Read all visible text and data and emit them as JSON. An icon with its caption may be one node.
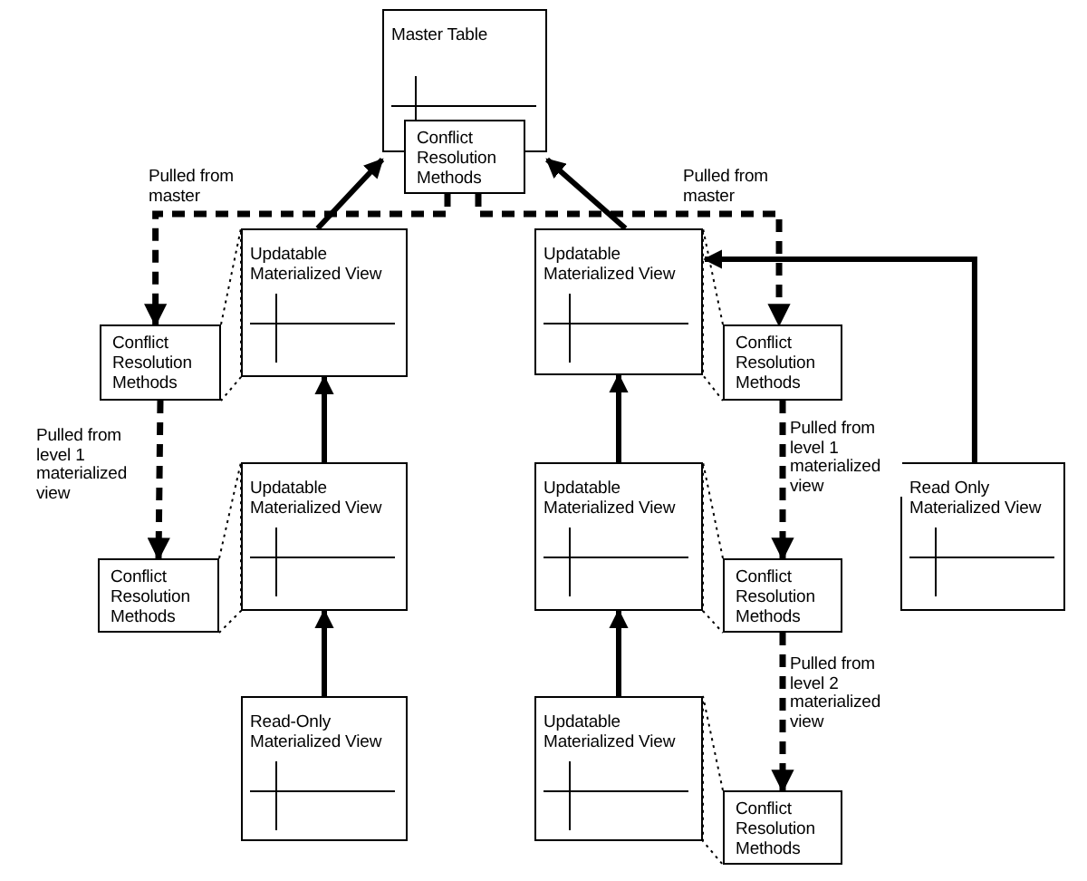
{
  "diagram": {
    "nodes": [
      {
        "text": [
          "Master Table"
        ]
      },
      {
        "text": [
          "Conflict Resolution Methods"
        ]
      },
      {
        "text": [
          "Updatable Materialized View"
        ]
      },
      {
        "text": [
          "Updatable Materialized View"
        ]
      },
      {
        "text": [
          "Conflict Resolution Methods"
        ]
      },
      {
        "text": [
          "Conflict Resolution Methods"
        ]
      },
      {
        "text": [
          "Updatable Materialized View"
        ]
      },
      {
        "text": [
          "Updatable Materialized View"
        ]
      },
      {
        "text": [
          "Read Only Materialized View"
        ]
      },
      {
        "text": [
          "Conflict Resolution Methods"
        ]
      },
      {
        "text": [
          "Conflict Resolution Methods"
        ]
      },
      {
        "text": [
          "Read-Only Materialized View"
        ]
      },
      {
        "text": [
          "Updatable Materialized View"
        ]
      },
      {
        "text": [
          "Conflict Resolution Methods"
        ]
      }
    ],
    "edges": [
      {
        "from": 2,
        "to": 0,
        "arrow": "to"
      },
      {
        "from": 3,
        "to": 0,
        "arrow": "to"
      },
      {
        "from": 6,
        "to": 2,
        "arrow": "to"
      },
      {
        "from": 11,
        "to": 6,
        "arrow": "to"
      },
      {
        "from": 7,
        "to": 3,
        "arrow": "to"
      },
      {
        "from": 12,
        "to": 7,
        "arrow": "to"
      },
      {
        "from": 8,
        "to": 3,
        "arrow": "to"
      },
      {
        "from": 1,
        "to": 4,
        "arrow": "to",
        "style": "dashed",
        "label": "Pulled from master"
      },
      {
        "from": 1,
        "to": 5,
        "arrow": "to",
        "style": "dashed",
        "label": "Pulled from master"
      },
      {
        "from": 4,
        "to": 9,
        "arrow": "to",
        "style": "dashed",
        "label": "Pulled from level 1 materialized view"
      },
      {
        "from": 5,
        "to": 10,
        "arrow": "to",
        "style": "dashed",
        "label": "Pulled from level 1 materialized view"
      },
      {
        "from": 10,
        "to": 13,
        "arrow": "to",
        "style": "dashed",
        "label": "Pulled from level 2 materialized view"
      },
      {
        "from": 4,
        "to": 2,
        "arrow": "none",
        "style": "dashed"
      },
      {
        "from": 5,
        "to": 3,
        "arrow": "none",
        "style": "dashed"
      },
      {
        "from": 9,
        "to": 6,
        "arrow": "none",
        "style": "dashed"
      },
      {
        "from": 10,
        "to": 7,
        "arrow": "none",
        "style": "dashed"
      },
      {
        "from": 13,
        "to": 12,
        "arrow": "none",
        "style": "dashed"
      }
    ]
  }
}
